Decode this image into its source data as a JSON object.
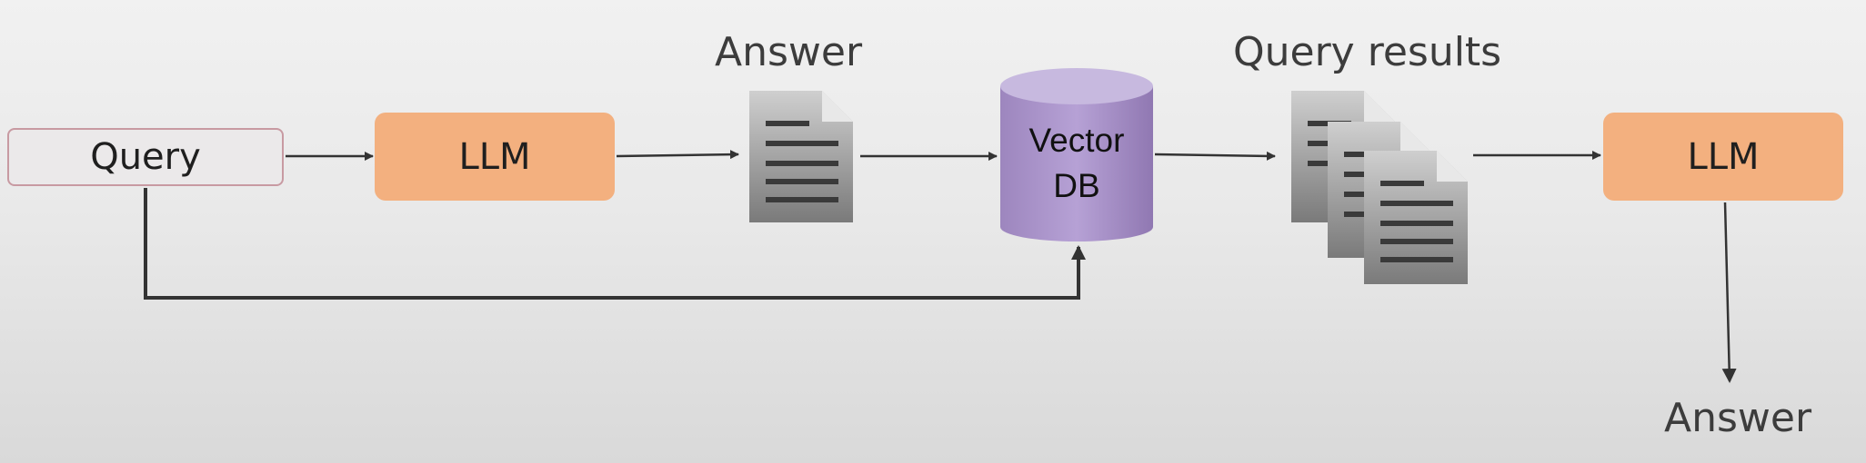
{
  "nodes": {
    "query": "Query",
    "llm_first": "LLM",
    "vector_db": {
      "line1": "Vector",
      "line2": "DB"
    },
    "llm_second": "LLM"
  },
  "captions": {
    "answer_top": "Answer",
    "query_results": "Query results",
    "answer_bottom": "Answer"
  },
  "colors": {
    "llm_fill": "#f3b07f",
    "db_fill": "#a98fc8",
    "query_fill": "#ebe9ea",
    "query_border": "#c89aa2",
    "arrow": "#333333"
  },
  "icons": [
    "document-icon",
    "document-stack-icon",
    "database-icon"
  ]
}
